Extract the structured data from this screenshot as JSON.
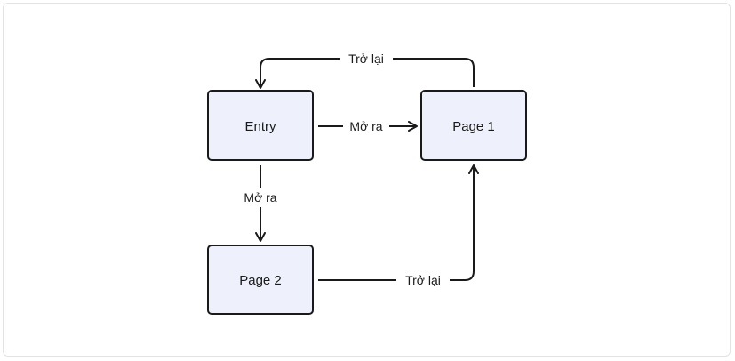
{
  "diagram": {
    "nodes": {
      "entry": "Entry",
      "page1": "Page 1",
      "page2": "Page 2"
    },
    "edges": {
      "entry_to_page1": "Mở ra",
      "entry_to_page2": "Mở ra",
      "page1_to_entry": "Trở lại",
      "page2_to_page1": "Trở lại"
    }
  }
}
